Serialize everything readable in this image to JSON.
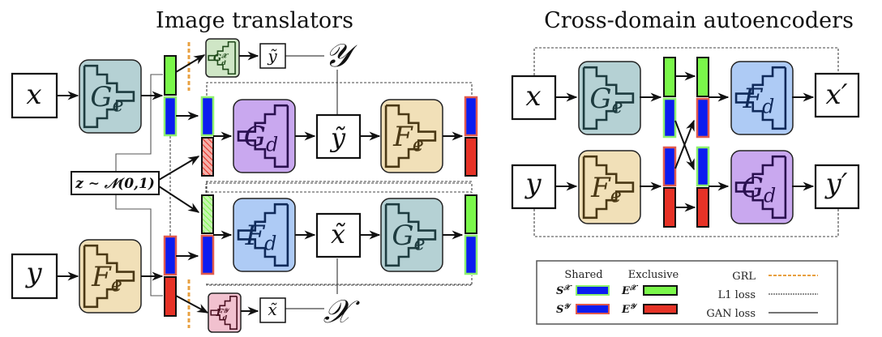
{
  "titles": {
    "left": "Image translators",
    "right": "Cross-domain autoencoders"
  },
  "colors": {
    "ge_fill": "#b5d1d4",
    "ge_stroke": "#1d3b3f",
    "gd_fill": "#c9a8ef",
    "gd_stroke": "#2a1050",
    "fe_fill": "#f1e0b8",
    "fe_stroke": "#4a3814",
    "fd_fill": "#aecbf5",
    "fd_stroke": "#0f2a5a",
    "gdx_fill": "#cfe6c6",
    "gdx_stroke": "#1f4a1a",
    "fdy_fill": "#f1c1cf",
    "fdy_stroke": "#4a1020",
    "shared_blue": "#0b1cf0",
    "exclusive_green": "#7af74a",
    "exclusive_red": "#e63226",
    "border_green": "#8ef06e",
    "border_red": "#e05a4e",
    "grl_orange": "#e8a040"
  },
  "image_translators": {
    "input_x": "x",
    "input_y": "y",
    "encoder_x": {
      "main": "G",
      "sub": "e"
    },
    "encoder_y": {
      "main": "F",
      "sub": "e"
    },
    "decoder_gd": {
      "main": "G",
      "sub": "d"
    },
    "decoder_fd": {
      "main": "F",
      "sub": "d"
    },
    "reencoder_fe": {
      "main": "F",
      "sub": "e"
    },
    "reencoder_ge": {
      "main": "G",
      "sub": "e"
    },
    "disc_x": {
      "main": "G",
      "sub": "d",
      "sup": "𝒳"
    },
    "disc_y": {
      "main": "F",
      "sub": "d",
      "sup": "𝒴"
    },
    "translated_y": "ỹ",
    "translated_x": "x̃",
    "small_y": "ỹ",
    "small_x": "x̃",
    "domain_y": "𝒴",
    "domain_x": "𝒳",
    "noise": "z ∼ 𝒩(0,1)"
  },
  "cross_domain_autoencoders": {
    "input_x": "x",
    "input_y": "y",
    "encoder_x": {
      "main": "G",
      "sub": "e"
    },
    "encoder_y": {
      "main": "F",
      "sub": "e"
    },
    "decoder_x": {
      "main": "F",
      "sub": "d"
    },
    "decoder_y": {
      "main": "G",
      "sub": "d"
    },
    "output_x": "x′",
    "output_y": "y′"
  },
  "legend": {
    "shared_header": "Shared",
    "exclusive_header": "Exclusive",
    "shared_items": [
      {
        "symbol": "S",
        "sup": "𝒳"
      },
      {
        "symbol": "S",
        "sup": "𝒴"
      }
    ],
    "exclusive_items": [
      {
        "symbol": "E",
        "sup": "𝒳"
      },
      {
        "symbol": "E",
        "sup": "𝒴"
      }
    ],
    "line_items": [
      {
        "label": "GRL",
        "style": "orange-dashed"
      },
      {
        "label": "L1 loss",
        "style": "dashed"
      },
      {
        "label": "GAN loss",
        "style": "solid"
      }
    ]
  }
}
